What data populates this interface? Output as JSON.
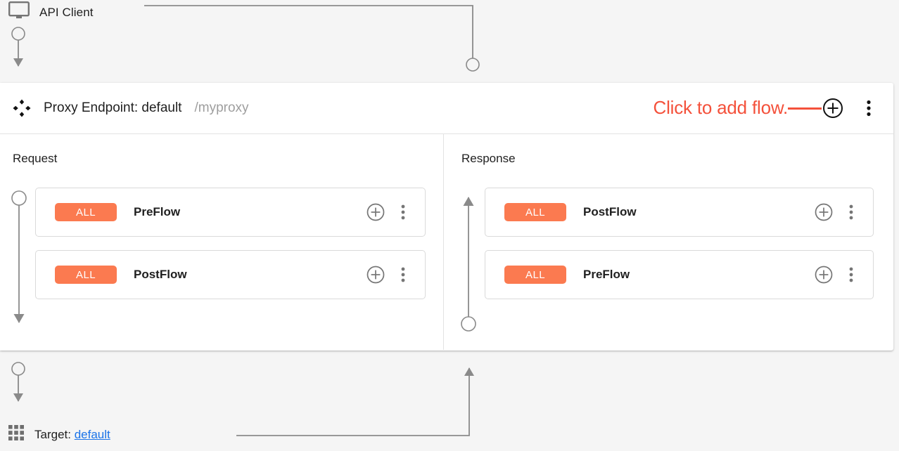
{
  "colors": {
    "background": "#f5f5f5",
    "panel": "#ffffff",
    "annotation_red": "#f4513b",
    "badge_orange": "#fb7a50",
    "link_blue": "#1a73e8",
    "wire_gray": "#8a8a8a",
    "icon_gray": "#757575",
    "muted_text": "#9e9e9e"
  },
  "client": {
    "icon": "monitor-icon",
    "label": "API Client"
  },
  "endpoint": {
    "handle_icon": "move-handle-icon",
    "title": "Proxy Endpoint: default",
    "path": "/myproxy",
    "annotation": "Click to add flow.",
    "add_icon": "plus-circle-icon",
    "menu_icon": "kebab-menu-icon"
  },
  "columns": [
    {
      "id": "request",
      "title": "Request",
      "flows": [
        {
          "badge": "ALL",
          "name": "PreFlow",
          "add_icon": "plus-circle-icon",
          "menu_icon": "kebab-menu-icon"
        },
        {
          "badge": "ALL",
          "name": "PostFlow",
          "add_icon": "plus-circle-icon",
          "menu_icon": "kebab-menu-icon"
        }
      ]
    },
    {
      "id": "response",
      "title": "Response",
      "flows": [
        {
          "badge": "ALL",
          "name": "PostFlow",
          "add_icon": "plus-circle-icon",
          "menu_icon": "kebab-menu-icon"
        },
        {
          "badge": "ALL",
          "name": "PreFlow",
          "add_icon": "plus-circle-icon",
          "menu_icon": "kebab-menu-icon"
        }
      ]
    }
  ],
  "target": {
    "icon": "grid-apps-icon",
    "label": "Target:",
    "link": "default"
  }
}
